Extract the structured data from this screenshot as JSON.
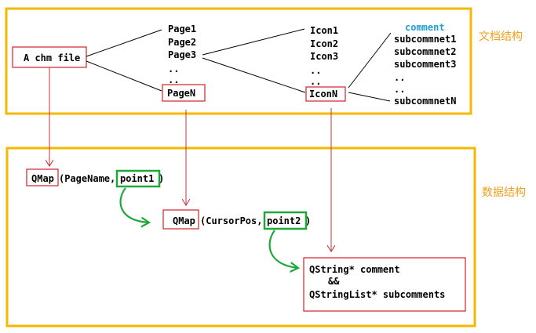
{
  "colors": {
    "frame": "#f5b800",
    "box": "#d0202a",
    "arrow": "#c8303a",
    "highlight": "#1fa83a",
    "accent_text": "#1ea0d8",
    "side_label": "#f0a020",
    "text": "#000000"
  },
  "doc_structure": {
    "label": "文档结构",
    "root": "A chm file",
    "pages": [
      "Page1",
      "Page2",
      "Page3",
      "..",
      ".."
    ],
    "page_last": "PageN",
    "icons": [
      "Icon1",
      "Icon2",
      "Icon3",
      "..",
      ".."
    ],
    "icon_last": "IconN",
    "comment_title": "comment",
    "subcomments": [
      "subcommnet1",
      "subcommnet2",
      "subcomment3",
      "..",
      "..",
      "subcommnetN"
    ]
  },
  "data_structure": {
    "label": "数据结构",
    "map1": {
      "prefix": "QMap",
      "args": "(PageName,",
      "point": "point1",
      "close": ")"
    },
    "map2": {
      "prefix": "QMap",
      "args": "(CursorPos,",
      "point": "point2",
      "close": ")"
    },
    "strings": {
      "line1": "QString* comment",
      "line2": "&&",
      "line3": "QStringList* subcomments"
    }
  }
}
